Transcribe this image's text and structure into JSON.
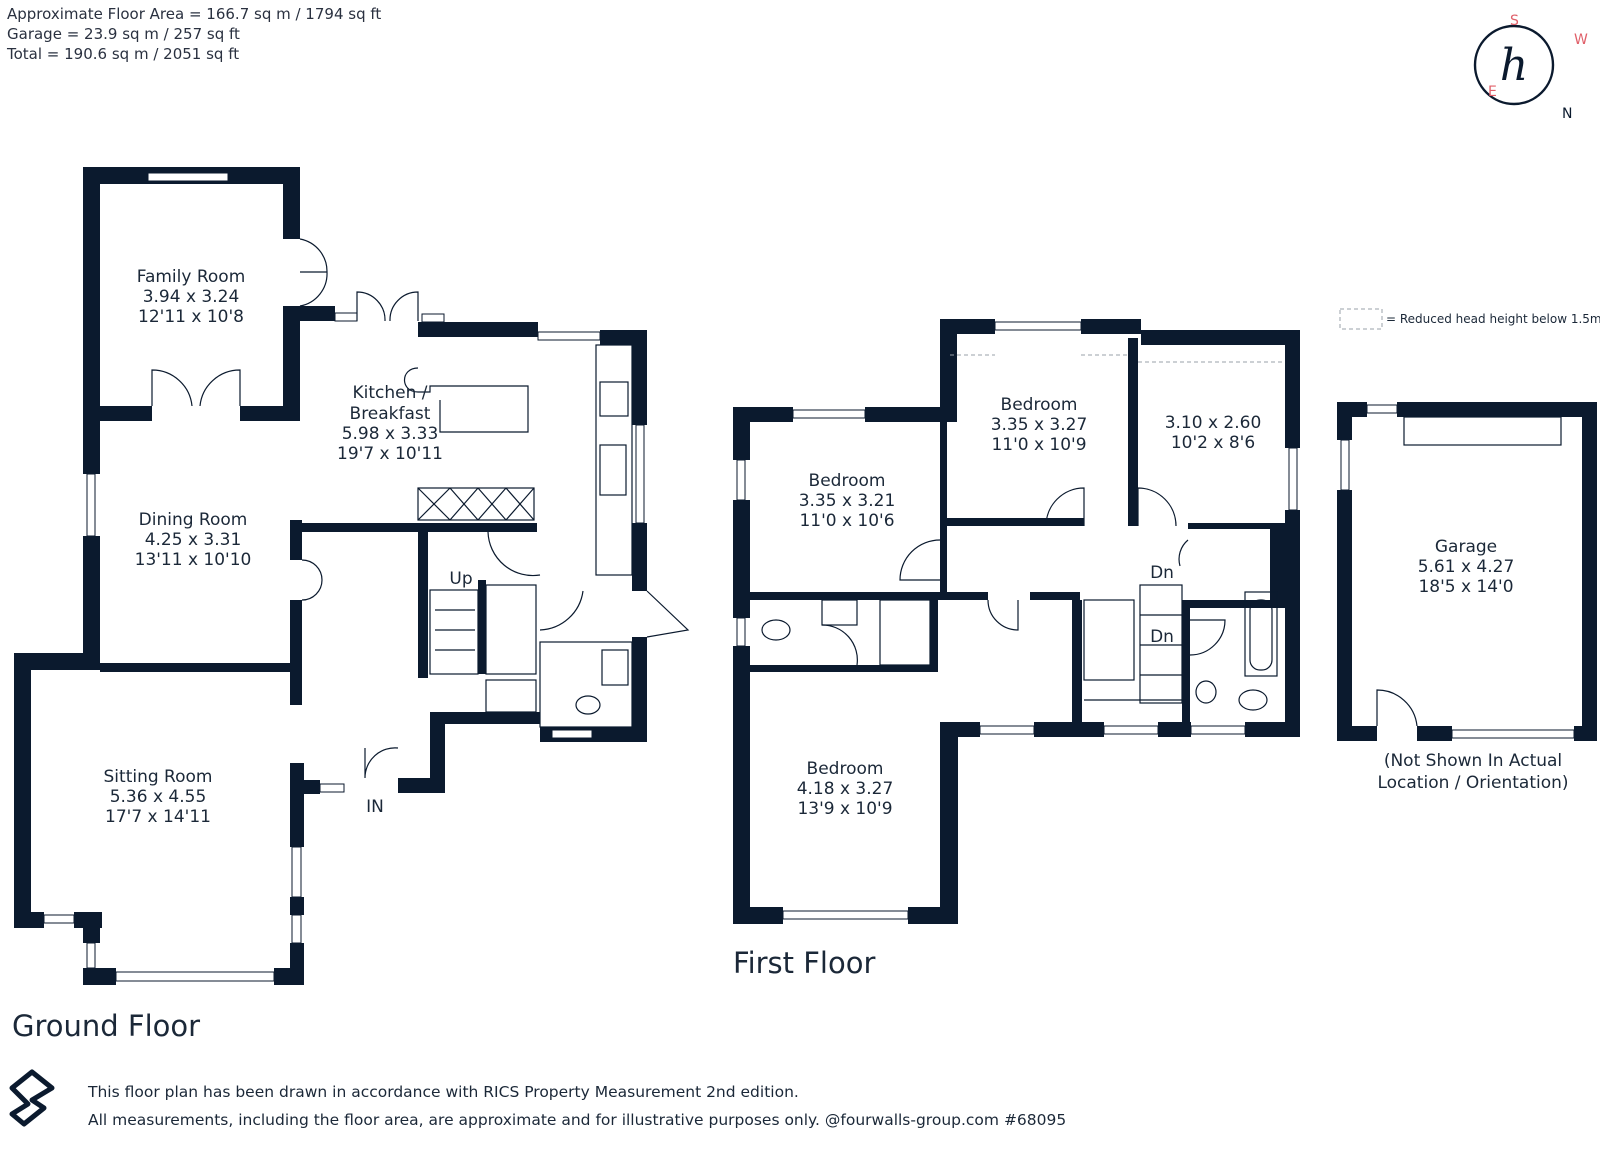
{
  "area_summary": {
    "floor_area": "Approximate Floor Area = 166.7 sq m / 1794 sq ft",
    "garage": "Garage = 23.9 sq m / 257 sq ft",
    "total": "Total = 190.6 sq m / 2051 sq ft"
  },
  "compass": {
    "s": "S",
    "w": "W",
    "e": "E",
    "n": "N",
    "logo_glyph": "h"
  },
  "legend": {
    "text": "= Reduced head height below 1.5m"
  },
  "ground_floor": {
    "title": "Ground Floor",
    "rooms": [
      {
        "name": "Family Room",
        "metric": "3.94 x 3.24",
        "imperial": "12'11 x 10'8"
      },
      {
        "name": "Kitchen /",
        "name2": "Breakfast",
        "metric": "5.98 x 3.33",
        "imperial": "19'7 x 10'11"
      },
      {
        "name": "Dining Room",
        "metric": "4.25 x 3.31",
        "imperial": "13'11 x 10'10"
      },
      {
        "name": "Sitting Room",
        "metric": "5.36 x 4.55",
        "imperial": "17'7 x 14'11"
      }
    ],
    "up_label": "Up",
    "in_label": "IN"
  },
  "first_floor": {
    "title": "First Floor",
    "rooms": [
      {
        "name": "Bedroom",
        "metric": "3.35 x 3.21",
        "imperial": "11'0 x 10'6"
      },
      {
        "name": "Bedroom",
        "metric": "3.35 x 3.27",
        "imperial": "11'0 x 10'9"
      },
      {
        "name": "",
        "metric": "3.10 x 2.60",
        "imperial": "10'2 x 8'6"
      },
      {
        "name": "Bedroom",
        "metric": "4.18 x 3.27",
        "imperial": "13'9 x 10'9"
      }
    ],
    "dn_label_1": "Dn",
    "dn_label_2": "Dn"
  },
  "garage": {
    "name": "Garage",
    "metric": "5.61 x 4.27",
    "imperial": "18'5 x 14'0",
    "note_line1": "(Not Shown In Actual",
    "note_line2": "Location / Orientation)"
  },
  "footer": {
    "line1": "This floor plan has been drawn in accordance with RICS Property Measurement 2nd edition.",
    "line2": "All measurements, including the floor area, are approximate and for illustrative purposes only. @fourwalls-group.com #68095"
  },
  "colors": {
    "wall": "#0b1a2e",
    "compass_accent": "#e0606a"
  }
}
